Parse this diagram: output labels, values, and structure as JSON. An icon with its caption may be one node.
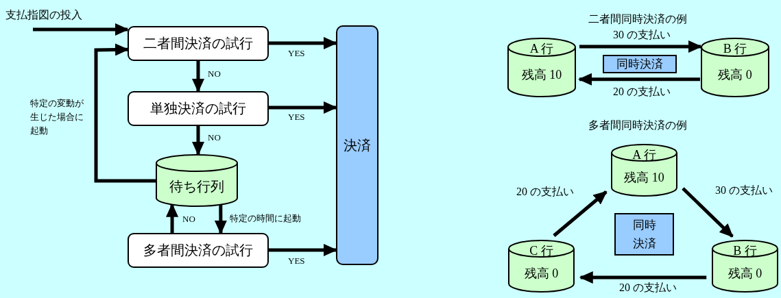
{
  "diagram": {
    "nodes": [
      {
        "text": [
          "二者間決済の試行"
        ]
      },
      {
        "text": [
          "単独決済の試行"
        ]
      },
      {
        "text": [
          "待ち行列"
        ]
      },
      {
        "text": [
          "多者間決済の試行"
        ]
      },
      {
        "text": [
          "決済"
        ]
      },
      {
        "text": [
          "A 行",
          "残高 10"
        ]
      },
      {
        "text": [
          "B 行",
          "残高 0"
        ]
      },
      {
        "text": [
          "同時決済"
        ]
      },
      {
        "text": [
          "A 行",
          "残高 10"
        ]
      },
      {
        "text": [
          "B 行",
          "残高 0"
        ]
      },
      {
        "text": [
          "C 行",
          "残高 0"
        ]
      },
      {
        "text": [
          "同時決済"
        ]
      }
    ],
    "edges": [
      {
        "from": null,
        "to": 0,
        "arrow": "to",
        "label": "支払指図の投入"
      },
      {
        "from": 0,
        "to": 4,
        "arrow": "to",
        "label": "YES"
      },
      {
        "from": 0,
        "to": 1,
        "arrow": "to",
        "label": "NO"
      },
      {
        "from": 1,
        "to": 4,
        "arrow": "to",
        "label": "YES"
      },
      {
        "from": 1,
        "to": 2,
        "arrow": "to",
        "label": "NO"
      },
      {
        "from": 2,
        "to": 0,
        "arrow": "to",
        "label": "特定の変動が生じた場合に起動"
      },
      {
        "from": 2,
        "to": 3,
        "arrow": "to",
        "label": "特定の時間に起動"
      },
      {
        "from": 3,
        "to": 2,
        "arrow": "to",
        "label": "NO"
      },
      {
        "from": 3,
        "to": 4,
        "arrow": "to",
        "label": "YES"
      },
      {
        "from": 5,
        "to": 6,
        "arrow": "to",
        "label": "30 の支払い"
      },
      {
        "from": 6,
        "to": 5,
        "arrow": "to",
        "label": "20 の支払い"
      },
      {
        "from": 8,
        "to": 9,
        "arrow": "to",
        "label": "30 の支払い"
      },
      {
        "from": 9,
        "to": 10,
        "arrow": "to",
        "label": "20 の支払い"
      },
      {
        "from": 10,
        "to": 8,
        "arrow": "to",
        "label": "20 の支払い"
      }
    ],
    "labels": [
      "二者間同時決済の例",
      "多者間同時決済の例"
    ]
  }
}
